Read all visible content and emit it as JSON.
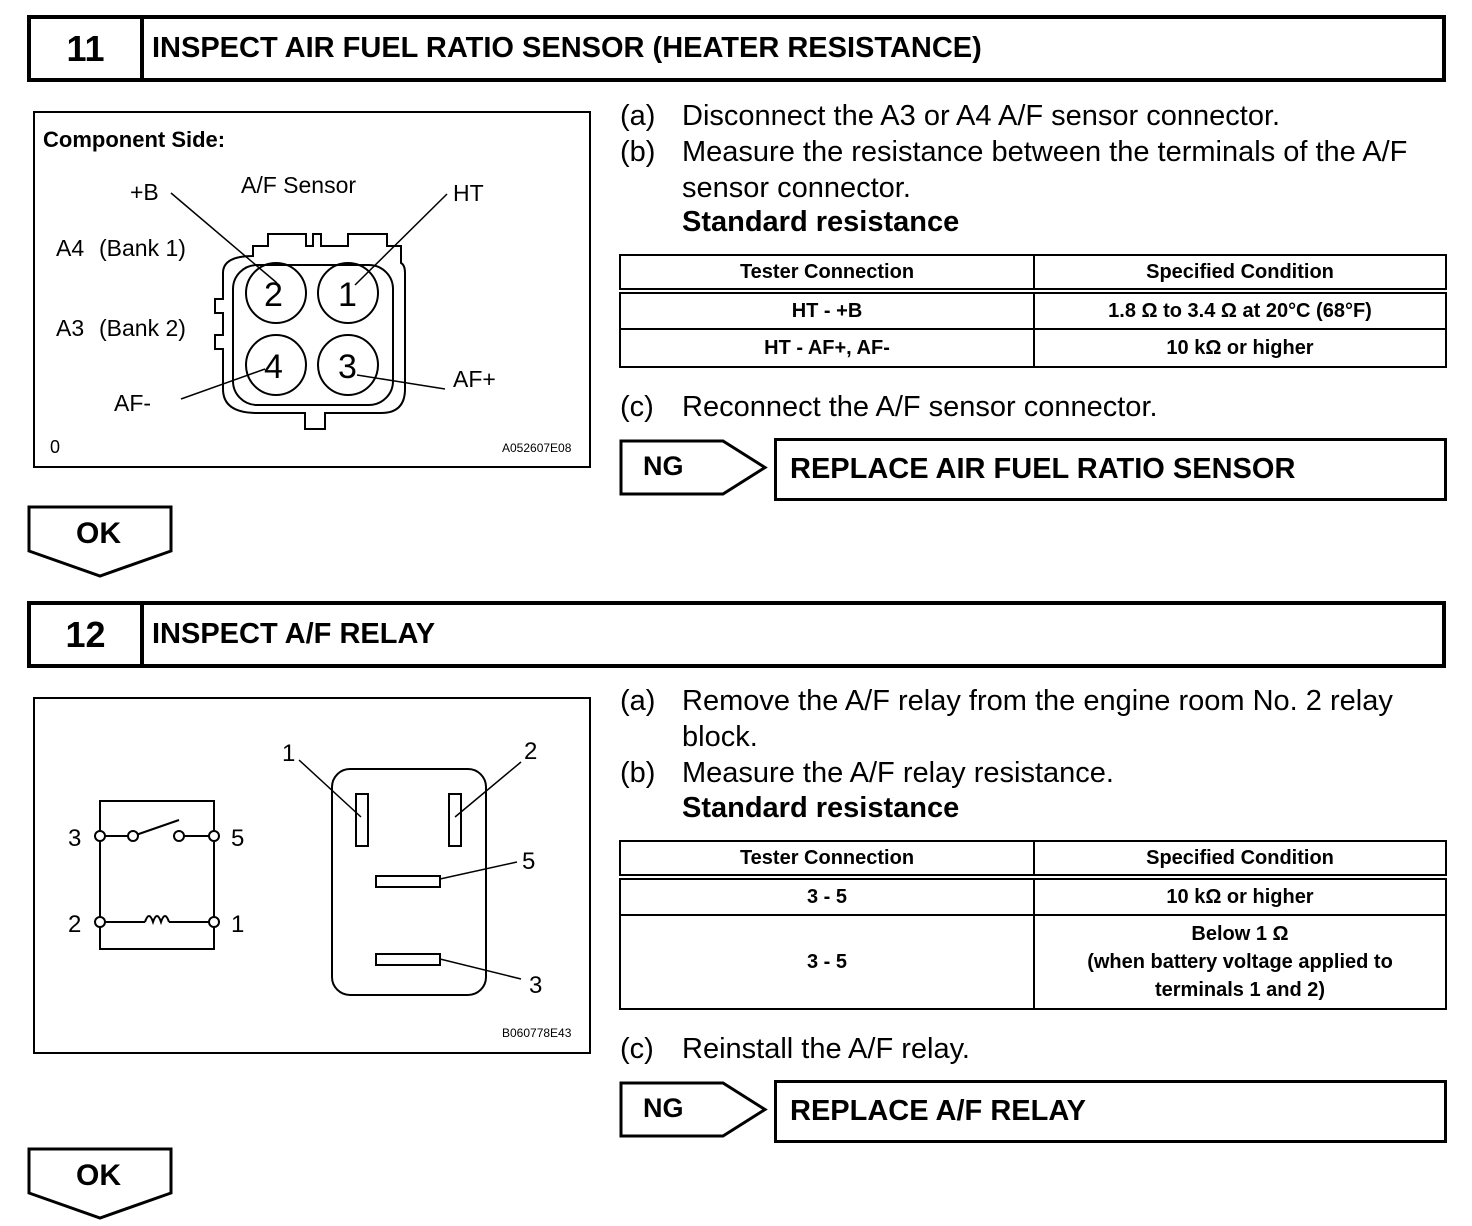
{
  "step11": {
    "number": "11",
    "title": "INSPECT AIR FUEL RATIO SENSOR (HEATER RESISTANCE)",
    "figure": {
      "heading": "Component Side:",
      "sensor_label": "A/F Sensor",
      "plus_b": "+B",
      "ht": "HT",
      "a4": "A4",
      "bank1": "(Bank 1)",
      "a3": "A3",
      "bank2": "(Bank 2)",
      "af_minus": "AF-",
      "af_plus": "AF+",
      "pins": [
        "2",
        "1",
        "4",
        "3"
      ],
      "corner": "0",
      "code": "A052607E08"
    },
    "instructions": [
      {
        "letter": "(a)",
        "text": "Disconnect the A3 or A4 A/F sensor connector."
      },
      {
        "letter": "(b)",
        "text": "Measure the resistance between the terminals of the A/F sensor connector."
      }
    ],
    "standard_heading": "Standard resistance",
    "table": {
      "headers": [
        "Tester Connection",
        "Specified Condition"
      ],
      "rows": [
        [
          "HT - +B",
          "1.8 Ω to 3.4 Ω at 20°C (68°F)"
        ],
        [
          "HT - AF+, AF-",
          "10 kΩ or higher"
        ]
      ]
    },
    "instruction_c": {
      "letter": "(c)",
      "text": "Reconnect the A/F sensor connector."
    },
    "ng_label": "NG",
    "ng_result": "REPLACE AIR FUEL RATIO SENSOR",
    "ok_label": "OK"
  },
  "step12": {
    "number": "12",
    "title": "INSPECT A/F RELAY",
    "figure": {
      "terminals": [
        "1",
        "2",
        "3",
        "5"
      ],
      "code": "B060778E43"
    },
    "instructions": [
      {
        "letter": "(a)",
        "text": "Remove the A/F relay from the engine room No. 2 relay block."
      },
      {
        "letter": "(b)",
        "text": "Measure the A/F relay resistance."
      }
    ],
    "standard_heading": "Standard resistance",
    "table": {
      "headers": [
        "Tester Connection",
        "Specified Condition"
      ],
      "rows": [
        [
          "3 - 5",
          "10 kΩ or higher"
        ],
        [
          "3 - 5",
          "Below 1 Ω",
          "(when battery voltage applied to",
          "terminals 1 and 2)"
        ]
      ]
    },
    "instruction_c": {
      "letter": "(c)",
      "text": "Reinstall the A/F relay."
    },
    "ng_label": "NG",
    "ng_result": "REPLACE A/F RELAY",
    "ok_label": "OK"
  }
}
